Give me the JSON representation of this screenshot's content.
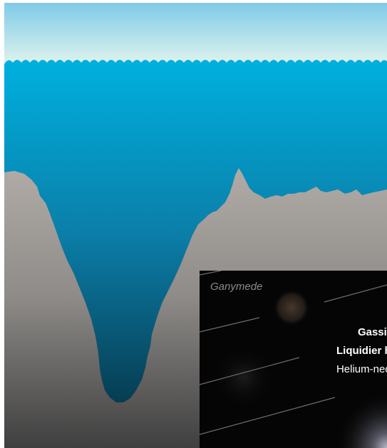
{
  "scene": {
    "colors": {
      "sky_top": "#7fcbe8",
      "sky_bottom": "#eef9ee",
      "water_top": "#00b0df",
      "water_bottom": "#052b3b",
      "rock_top": "#b0aba6",
      "rock_bottom": "#3f3f3f"
    }
  },
  "inset": {
    "label": "Ganymede",
    "lines": [
      "Gassier",
      "Liquidier hy",
      "Helium-neon"
    ],
    "colors": {
      "background": "#050505",
      "label": "#8a8a8a",
      "text": "#ffffff",
      "streaks": "#6e6e6e"
    }
  }
}
